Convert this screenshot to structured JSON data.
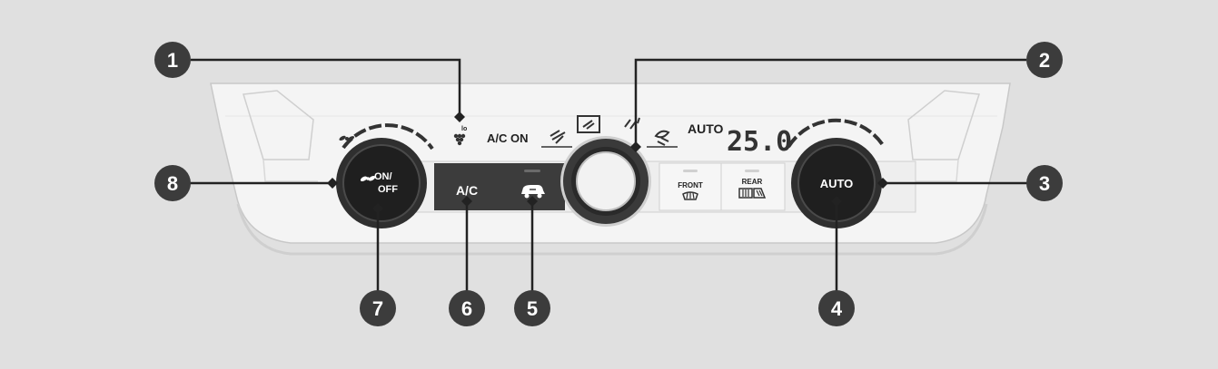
{
  "panel": {
    "display": {
      "ac_on": "A/C ON",
      "auto": "AUTO",
      "temperature": "25.0",
      "recirc_sub": "lo"
    },
    "buttons": {
      "fan_on": "ON/",
      "fan_off": "OFF",
      "ac": "A/C",
      "auto": "AUTO",
      "front": "FRONT",
      "rear": "REAR"
    }
  },
  "callouts": [
    "1",
    "2",
    "3",
    "4",
    "5",
    "6",
    "7",
    "8"
  ],
  "colors": {
    "background": "#e0e0e0",
    "callout": "#3c3c3c",
    "knob": "#2a2a2a",
    "panel": "#f4f4f4"
  }
}
